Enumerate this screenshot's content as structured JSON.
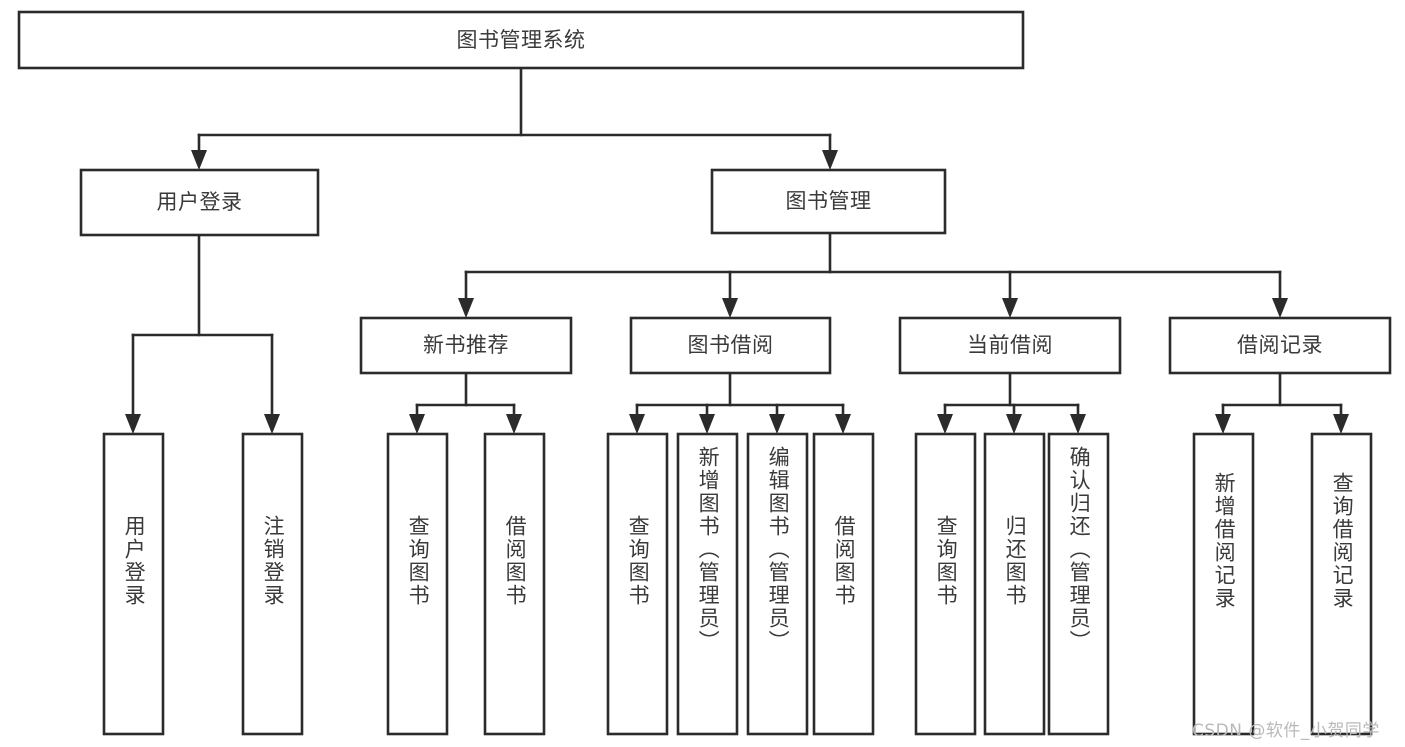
{
  "diagram": {
    "title": "图书管理系统",
    "type": "功能结构图",
    "colors": {
      "box_stroke": "#2b2b2b",
      "box_fill": "#ffffff",
      "text": "#3a3a3a",
      "connector": "#2b2b2b",
      "background": "#ffffff",
      "watermark": "#b9b9b9"
    },
    "nodes": {
      "root": {
        "label": "图书管理系统",
        "orientation": "horizontal",
        "level": 1
      },
      "user_login": {
        "label": "用户登录",
        "orientation": "horizontal",
        "level": 2
      },
      "book_manage": {
        "label": "图书管理",
        "orientation": "horizontal",
        "level": 2
      },
      "new_book_rec": {
        "label": "新书推荐",
        "orientation": "horizontal",
        "level": 3
      },
      "book_borrow": {
        "label": "图书借阅",
        "orientation": "horizontal",
        "level": 3
      },
      "current_borrow": {
        "label": "当前借阅",
        "orientation": "horizontal",
        "level": 3
      },
      "borrow_record": {
        "label": "借阅记录",
        "orientation": "horizontal",
        "level": 3
      },
      "leaf_user_login": {
        "label": "用户登录",
        "orientation": "vertical",
        "level": 3
      },
      "leaf_user_logout": {
        "label": "注销登录",
        "orientation": "vertical",
        "level": 3
      },
      "leaf_rec_query": {
        "label": "查询图书",
        "orientation": "vertical",
        "level": 4
      },
      "leaf_rec_borrow": {
        "label": "借阅图书",
        "orientation": "vertical",
        "level": 4
      },
      "leaf_borrow_query": {
        "label": "查询图书",
        "orientation": "vertical",
        "level": 4
      },
      "leaf_borrow_add": {
        "label": "新增图书（管理员）",
        "orientation": "vertical",
        "level": 4
      },
      "leaf_borrow_edit": {
        "label": "编辑图书（管理员）",
        "orientation": "vertical",
        "level": 4
      },
      "leaf_borrow_lend": {
        "label": "借阅图书",
        "orientation": "vertical",
        "level": 4
      },
      "leaf_cur_query": {
        "label": "查询图书",
        "orientation": "vertical",
        "level": 4
      },
      "leaf_cur_return": {
        "label": "归还图书",
        "orientation": "vertical",
        "level": 4
      },
      "leaf_cur_confirm": {
        "label": "确认归还（管理员）",
        "orientation": "vertical",
        "level": 4
      },
      "leaf_rec_add": {
        "label": "新增借阅记录",
        "orientation": "vertical",
        "level": 4
      },
      "leaf_rec_search": {
        "label": "查询借阅记录",
        "orientation": "vertical",
        "level": 4
      }
    },
    "edges": [
      {
        "from": "root",
        "to": "user_login"
      },
      {
        "from": "root",
        "to": "book_manage"
      },
      {
        "from": "book_manage",
        "to": "new_book_rec"
      },
      {
        "from": "book_manage",
        "to": "book_borrow"
      },
      {
        "from": "book_manage",
        "to": "current_borrow"
      },
      {
        "from": "book_manage",
        "to": "borrow_record"
      },
      {
        "from": "user_login",
        "to": "leaf_user_login"
      },
      {
        "from": "user_login",
        "to": "leaf_user_logout"
      },
      {
        "from": "new_book_rec",
        "to": "leaf_rec_query"
      },
      {
        "from": "new_book_rec",
        "to": "leaf_rec_borrow"
      },
      {
        "from": "book_borrow",
        "to": "leaf_borrow_query"
      },
      {
        "from": "book_borrow",
        "to": "leaf_borrow_add"
      },
      {
        "from": "book_borrow",
        "to": "leaf_borrow_edit"
      },
      {
        "from": "book_borrow",
        "to": "leaf_borrow_lend"
      },
      {
        "from": "current_borrow",
        "to": "leaf_cur_query"
      },
      {
        "from": "current_borrow",
        "to": "leaf_cur_return"
      },
      {
        "from": "current_borrow",
        "to": "leaf_cur_confirm"
      },
      {
        "from": "borrow_record",
        "to": "leaf_rec_add"
      },
      {
        "from": "borrow_record",
        "to": "leaf_rec_search"
      }
    ]
  },
  "watermark": {
    "text": "CSDN @软件_小贺同学"
  }
}
